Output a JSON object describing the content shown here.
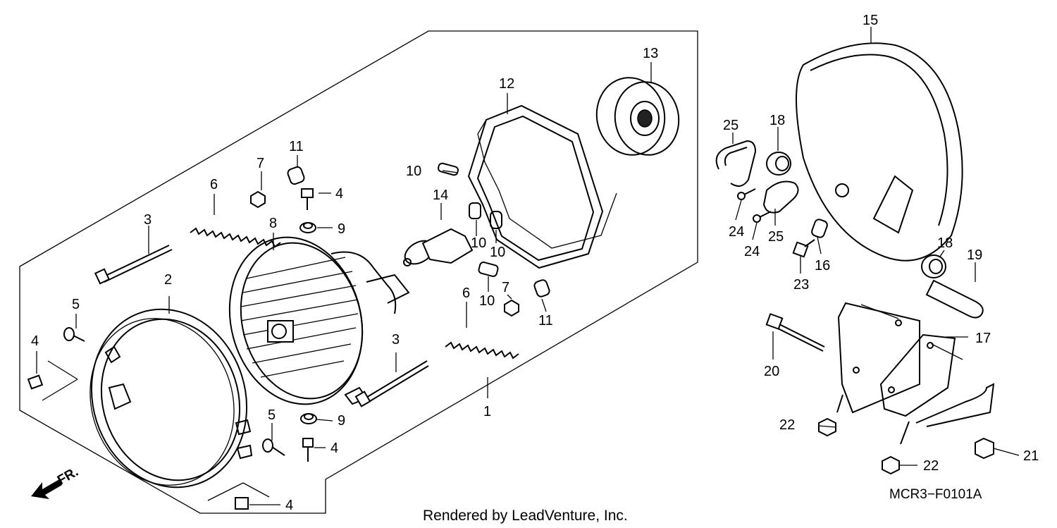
{
  "diagram_code": "MCR3−F0101A",
  "credit": "Rendered by LeadVenture, Inc.",
  "direction_label": "FR.",
  "labels": [
    {
      "id": "1",
      "text": "1"
    },
    {
      "id": "2",
      "text": "2"
    },
    {
      "id": "3a",
      "text": "3"
    },
    {
      "id": "3b",
      "text": "3"
    },
    {
      "id": "4a",
      "text": "4"
    },
    {
      "id": "4b",
      "text": "4"
    },
    {
      "id": "4c",
      "text": "4"
    },
    {
      "id": "4d",
      "text": "4"
    },
    {
      "id": "5a",
      "text": "5"
    },
    {
      "id": "5b",
      "text": "5"
    },
    {
      "id": "6a",
      "text": "6"
    },
    {
      "id": "6b",
      "text": "6"
    },
    {
      "id": "7a",
      "text": "7"
    },
    {
      "id": "7b",
      "text": "7"
    },
    {
      "id": "8",
      "text": "8"
    },
    {
      "id": "9a",
      "text": "9"
    },
    {
      "id": "9b",
      "text": "9"
    },
    {
      "id": "10a",
      "text": "10"
    },
    {
      "id": "10b",
      "text": "10"
    },
    {
      "id": "10c",
      "text": "10"
    },
    {
      "id": "10d",
      "text": "10"
    },
    {
      "id": "11a",
      "text": "11"
    },
    {
      "id": "11b",
      "text": "11"
    },
    {
      "id": "12",
      "text": "12"
    },
    {
      "id": "13",
      "text": "13"
    },
    {
      "id": "14",
      "text": "14"
    },
    {
      "id": "15",
      "text": "15"
    },
    {
      "id": "16",
      "text": "16"
    },
    {
      "id": "17",
      "text": "17"
    },
    {
      "id": "18a",
      "text": "18"
    },
    {
      "id": "18b",
      "text": "18"
    },
    {
      "id": "19",
      "text": "19"
    },
    {
      "id": "20",
      "text": "20"
    },
    {
      "id": "21",
      "text": "21"
    },
    {
      "id": "22a",
      "text": "22"
    },
    {
      "id": "22b",
      "text": "22"
    },
    {
      "id": "23",
      "text": "23"
    },
    {
      "id": "24a",
      "text": "24"
    },
    {
      "id": "24b",
      "text": "24"
    },
    {
      "id": "25a",
      "text": "25"
    },
    {
      "id": "25b",
      "text": "25"
    }
  ]
}
